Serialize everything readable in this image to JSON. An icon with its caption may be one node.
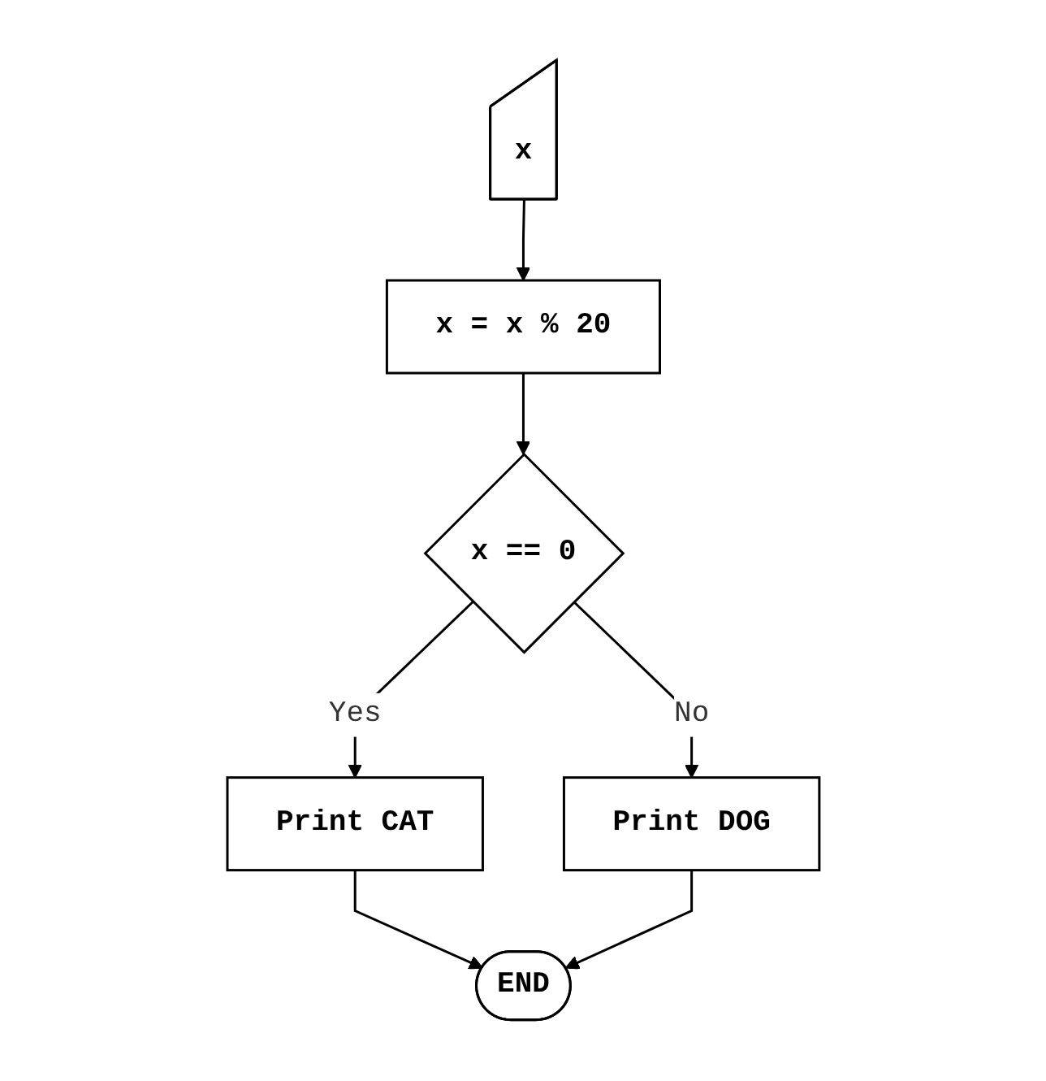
{
  "diagram": {
    "nodes": [
      {
        "text": [
          "x"
        ]
      },
      {
        "text": [
          "x = x % 20"
        ]
      },
      {
        "text": [
          "x == 0"
        ]
      },
      {
        "text": [
          "Print CAT"
        ]
      },
      {
        "text": [
          "Print DOG"
        ]
      },
      {
        "text": [
          "END"
        ]
      }
    ],
    "edges": [
      {
        "from": 0,
        "to": 1,
        "arrow": "to"
      },
      {
        "from": 1,
        "to": 2,
        "arrow": "to"
      },
      {
        "from": 2,
        "to": 3,
        "label": "Yes",
        "arrow": "to"
      },
      {
        "from": 2,
        "to": 4,
        "label": "No",
        "arrow": "to"
      },
      {
        "from": 3,
        "to": 5,
        "arrow": "to"
      },
      {
        "from": 4,
        "to": 5,
        "arrow": "to"
      }
    ]
  }
}
